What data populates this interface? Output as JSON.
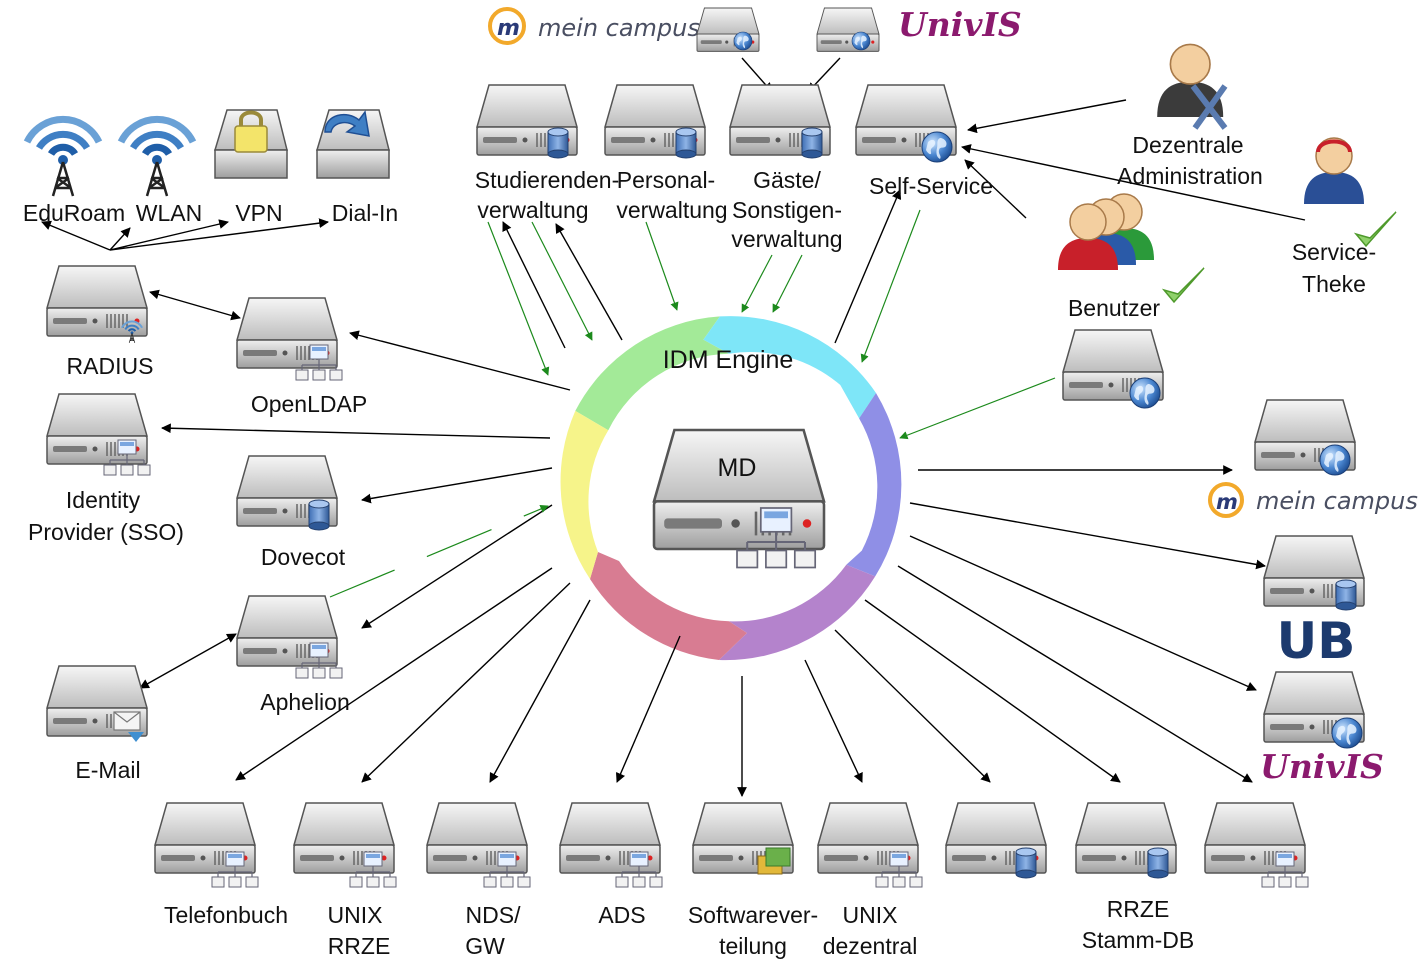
{
  "core": {
    "engine_label": "IDM Engine",
    "directory_label": "MD"
  },
  "logos": {
    "mein_campus": "mein campus",
    "univis": "UnivIS",
    "ub": "UB"
  },
  "labels": {
    "eduroam": "EduRoam",
    "wlan": "WLAN",
    "vpn": "VPN",
    "dialin": "Dial-In",
    "radius": "RADIUS",
    "openldap": "OpenLDAP",
    "idp_line1": "Identity",
    "idp_line2": "Provider (SSO)",
    "dovecot": "Dovecot",
    "aphelion": "Aphelion",
    "email": "E-Mail",
    "telefonbuch": "Telefonbuch",
    "unix_rrze_1": "UNIX",
    "unix_rrze_2": "RRZE",
    "nds_1": "NDS/",
    "nds_2": "GW",
    "ads": "ADS",
    "sw_1": "Softwarever-",
    "sw_2": "teilung",
    "unix_dez_1": "UNIX",
    "unix_dez_2": "dezentral",
    "rrze_db_1": "RRZE",
    "rrze_db_2": "Stamm-DB",
    "stud_1": "Studierenden-",
    "stud_2": "verwaltung",
    "pers_1": "Personal-",
    "pers_2": "verwaltung",
    "gast_1": "Gäste/",
    "gast_2": "Sonstigen-",
    "gast_3": "verwaltung",
    "selfservice": "Self-Service",
    "dez_1": "Dezentrale",
    "dez_2": "Administration",
    "benutzer": "Benutzer",
    "theke_1": "Service-",
    "theke_2": "Theke"
  },
  "colors": {
    "ring": [
      "#a3ea98",
      "#7ee6f8",
      "#8f8fe6",
      "#b483cc",
      "#d87c92",
      "#f6f48a"
    ],
    "feed_arrow": "#1c8a1c",
    "sync_arrow": "#000000",
    "logo_univis": "#8b1a6e",
    "logo_ub": "#1c3a6e"
  },
  "icons": {
    "server": "server-icon",
    "database": "database-icon",
    "directory": "directory-tree-icon",
    "globe": "globe-icon",
    "mail": "mail-icon",
    "antenna": "antenna-icon",
    "lock": "lock-icon",
    "dialin": "dialin-arrow-icon",
    "user": "user-icon",
    "checkmark": "checkmark-icon",
    "software": "software-package-icon"
  }
}
